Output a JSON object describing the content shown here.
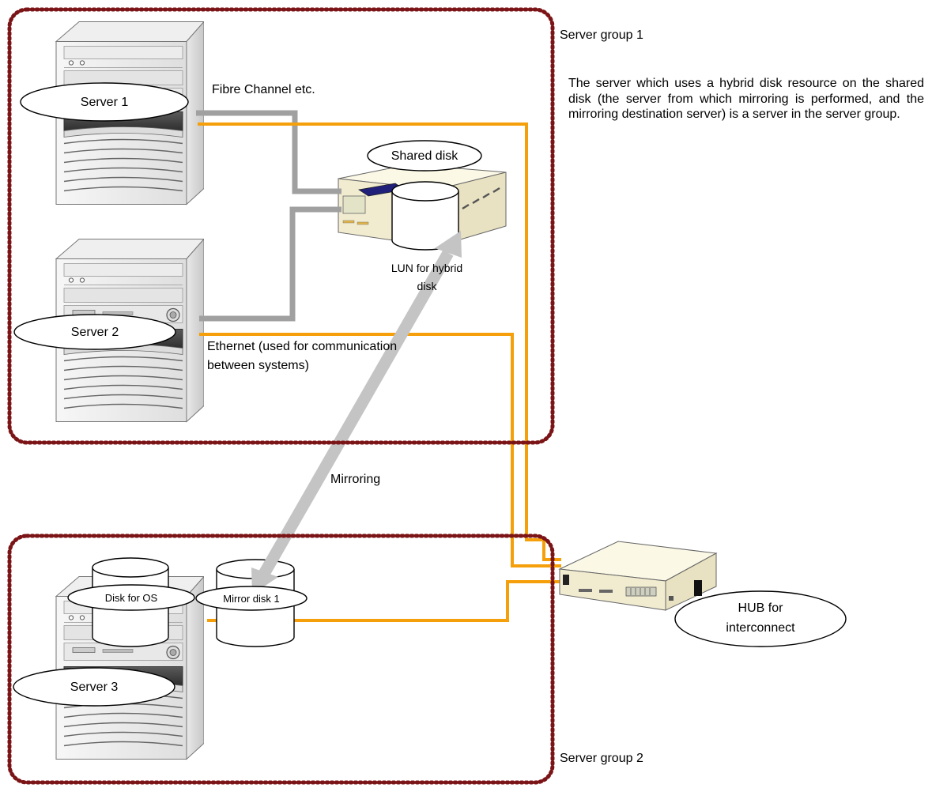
{
  "groups": {
    "group1_label": "Server group 1",
    "group2_label": "Server group 2"
  },
  "description": "The server which uses a hybrid disk resource on the shared disk (the server from which mirroring is performed, and the mirroring destination server) is a server in the server group.",
  "servers": {
    "server1": "Server 1",
    "server2": "Server 2",
    "server3": "Server 3"
  },
  "shared_disk": {
    "label": "Shared disk",
    "lun_line1": "LUN for hybrid",
    "lun_line2": "disk"
  },
  "connections": {
    "fibre_channel": "Fibre Channel etc.",
    "ethernet_line1": "Ethernet (used for communication",
    "ethernet_line2": "between systems)",
    "mirroring": "Mirroring"
  },
  "disks": {
    "os_disk": "Disk for OS",
    "mirror_disk": "Mirror disk 1"
  },
  "hub": {
    "line1": "HUB for",
    "line2": "interconnect"
  },
  "colors": {
    "group_border": "#7b1416",
    "ethernet": "#f5a00b",
    "fibre": "#a0a0a0",
    "mirror_arrow": "#c4c4c4",
    "device_body": "#f7f4df"
  }
}
